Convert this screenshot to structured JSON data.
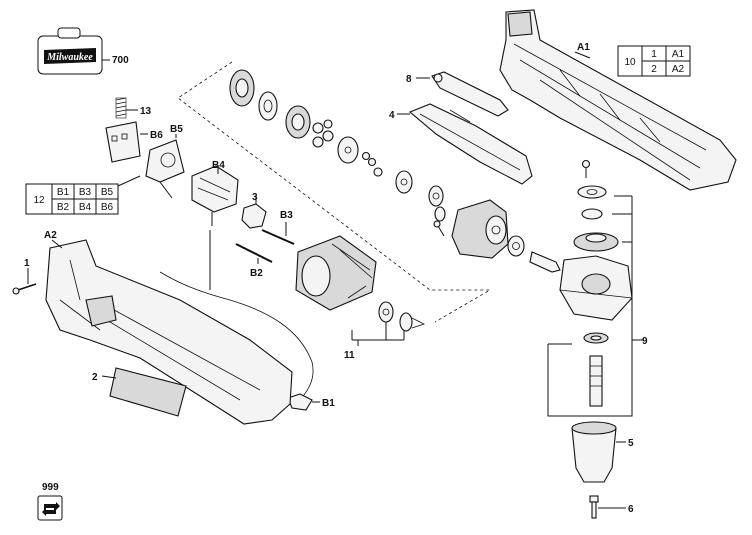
{
  "logo": {
    "brand_text": "Milwaukee",
    "part_no": "700"
  },
  "labels": {
    "p1": "1",
    "p2": "2",
    "p3": "3",
    "p4": "4",
    "p5": "5",
    "p6": "6",
    "p8": "8",
    "p9": "9",
    "p11": "11",
    "p13": "13",
    "a1": "A1",
    "a2": "A2",
    "b1": "B1",
    "b2": "B2",
    "b3": "B3",
    "b4": "B4",
    "b5": "B5",
    "b6": "B6"
  },
  "table_12": {
    "id": "12",
    "rows": [
      [
        "B1",
        "B3",
        "B5"
      ],
      [
        "B2",
        "B4",
        "B6"
      ]
    ]
  },
  "table_10": {
    "id": "10",
    "rows": [
      [
        "1",
        "A1"
      ],
      [
        "2",
        "A2"
      ]
    ]
  },
  "footer": {
    "code": "999"
  }
}
